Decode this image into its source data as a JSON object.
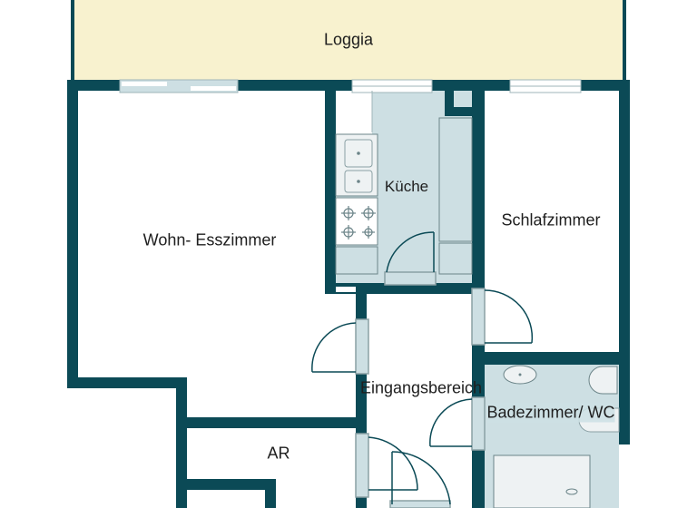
{
  "floorplan": {
    "colors": {
      "wall": "#0b4a56",
      "loggia": "#f8f2cf",
      "wet_floor": "#cddfe3",
      "room_floor": "#ffffff",
      "fixture": "#eef2f3",
      "text": "#1e1e1e"
    },
    "rooms": {
      "loggia": "Loggia",
      "living": "Wohn- Esszimmer",
      "kitchen": "Küche",
      "bedroom": "Schlafzimmer",
      "entrance": "Eingangsbereich",
      "bathroom": "Badezimmer/ WC",
      "storage": "AR"
    }
  }
}
